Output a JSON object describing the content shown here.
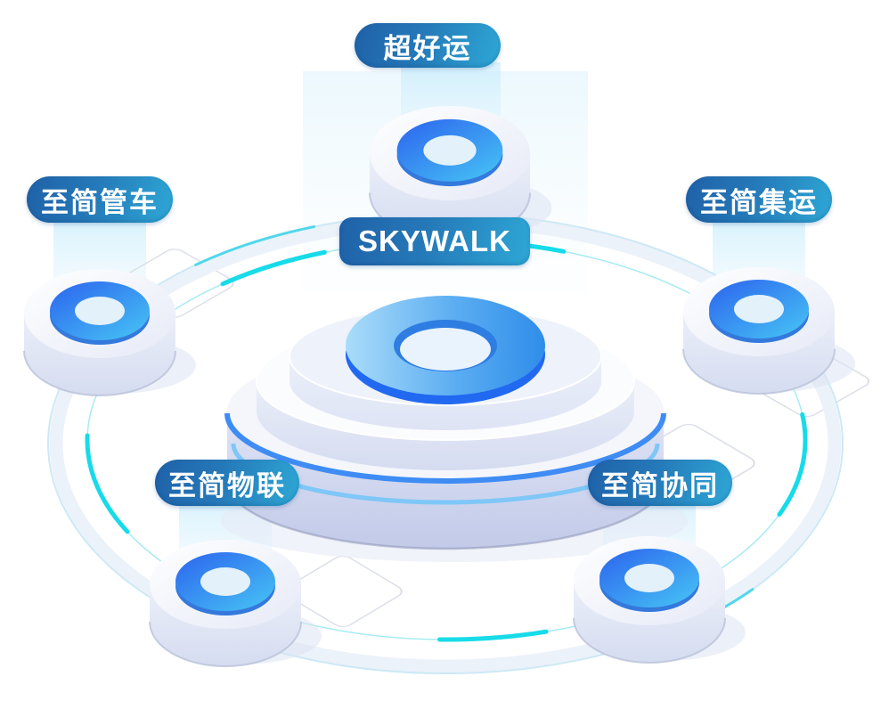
{
  "diagram": {
    "center_platform": {
      "label": "SKYWALK"
    },
    "satellites": [
      {
        "id": "top",
        "label": "超好运"
      },
      {
        "id": "left",
        "label": "至简管车"
      },
      {
        "id": "right",
        "label": "至简集运"
      },
      {
        "id": "bottom_left",
        "label": "至简物联"
      },
      {
        "id": "bottom_right",
        "label": "至简协同"
      }
    ],
    "icons": {
      "node_icon": "torus-ring-icon",
      "orbit": "orbit-ellipse-ring"
    },
    "colors": {
      "badge_gradient_start": "#1f61a8",
      "badge_gradient_end": "#2ea8d6",
      "node_ring_dark": "#2c63ee",
      "node_ring_light": "#47c6f5",
      "platform_ring_light": "#aadcf9",
      "platform_ring_dark": "#2f8de9",
      "platform_ring_side": "#2169f0",
      "stripe_blue": "#3e8cf4",
      "stripe_light_blue": "#79c6f8",
      "accent_cyan": "#17dbe9",
      "beam_blue": "#bfe9fb"
    }
  }
}
